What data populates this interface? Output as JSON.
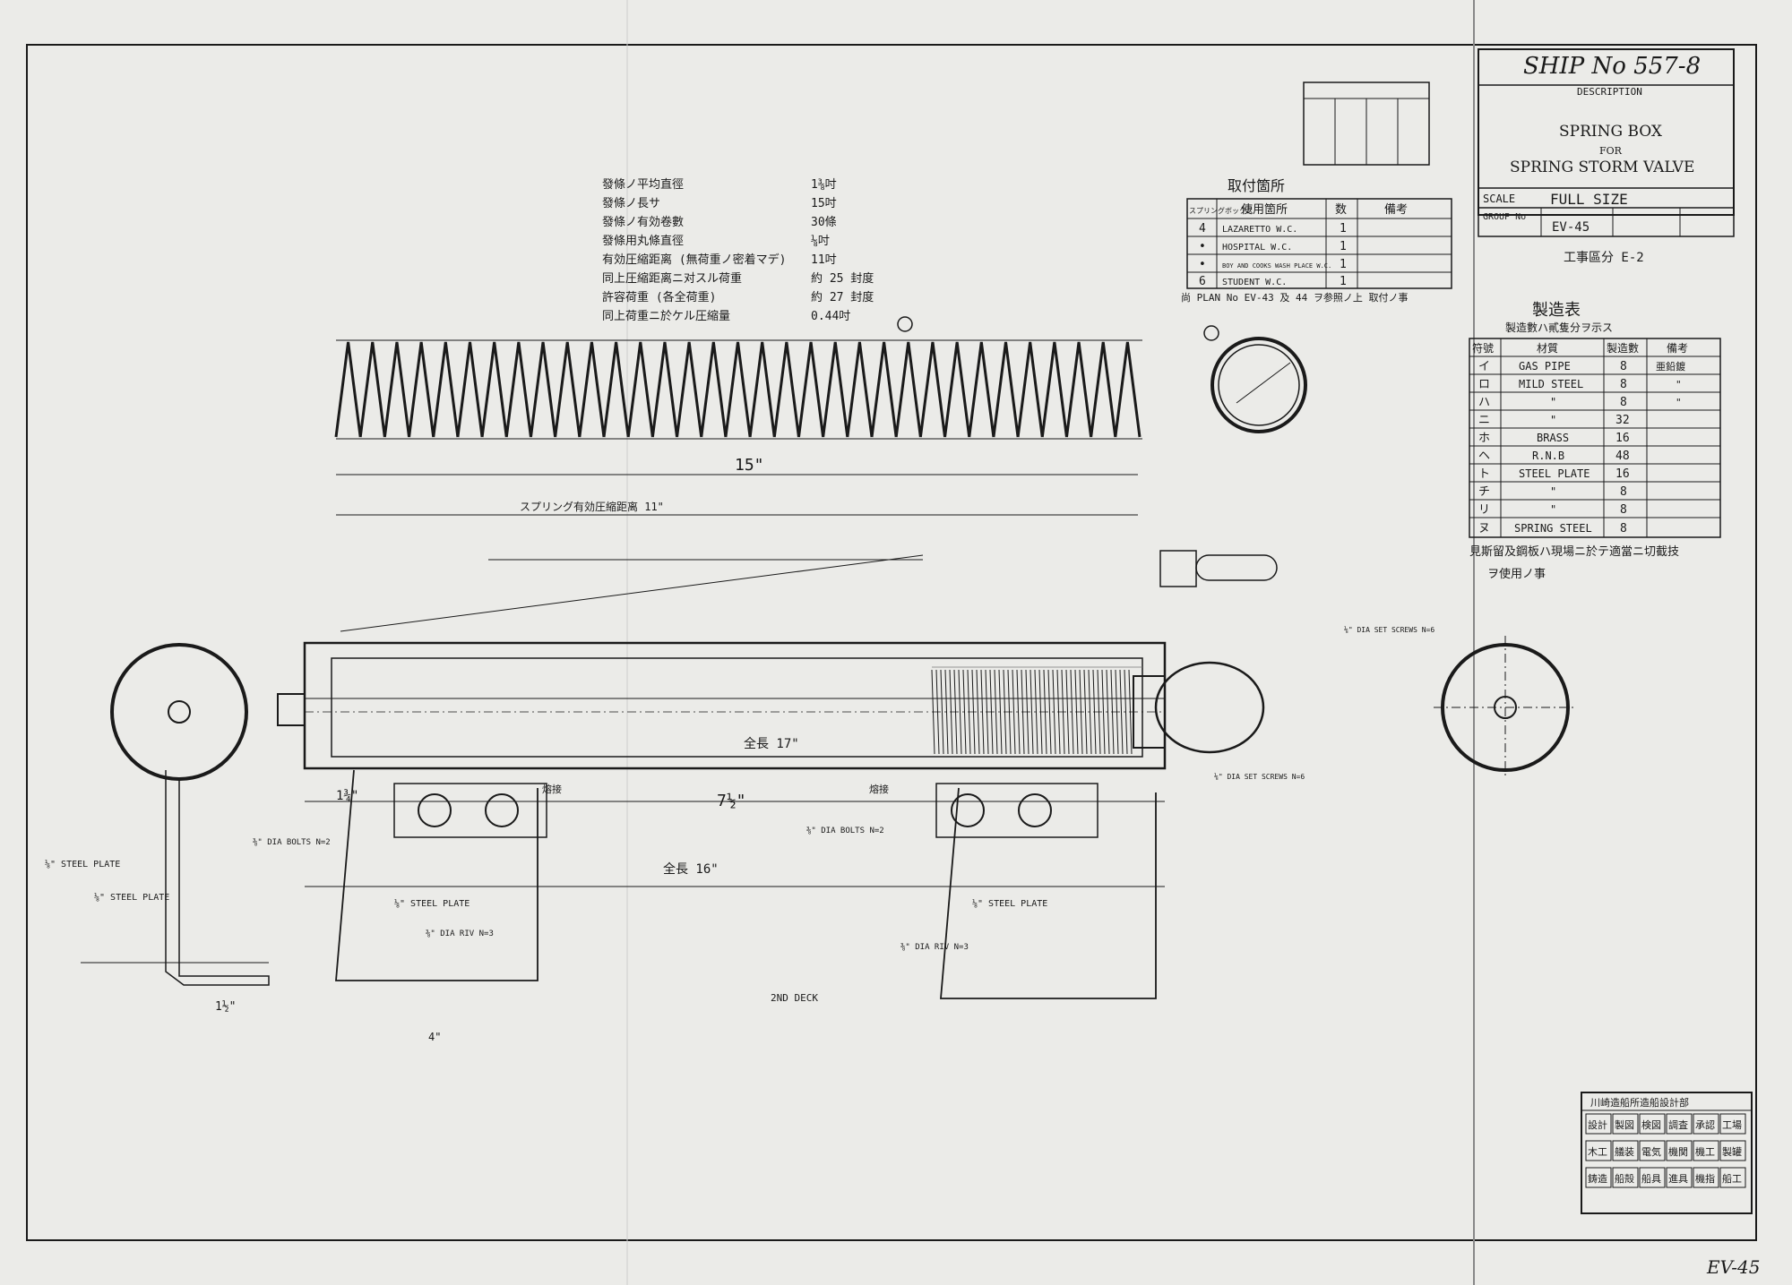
{
  "title_block": {
    "ship_no": "SHIP No 557-8",
    "description": "DESCRIPTION",
    "title_line1": "SPRING BOX",
    "title_line2": "FOR",
    "title_line3": "SPRING STORM VALVE",
    "scale": "SCALE",
    "scale_value": "FULL SIZE",
    "group": "GROUP No",
    "drawing_no": "EV-45",
    "dept": "工事區分 E-2"
  },
  "spring_specs": [
    {
      "label": "發條ノ平均直徑",
      "value": "1⅜吋"
    },
    {
      "label": "發條ノ長サ",
      "value": "15吋"
    },
    {
      "label": "發條ノ有効卷數",
      "value": "30條"
    },
    {
      "label": "發條用丸條直徑",
      "value": "⅛吋"
    },
    {
      "label": "有効圧縮距离 (無荷重ノ密着マデ)",
      "value": "11吋"
    },
    {
      "label": "同上圧縮距离ニ对スル荷重",
      "value": "約 25 封度"
    },
    {
      "label": "許容荷重 (各全荷重)",
      "value": "約 27 封度"
    },
    {
      "label": "同上荷重ニ於ケル圧縮量",
      "value": "0.44吋"
    }
  ],
  "locations": {
    "title": "取付箇所",
    "headers": [
      "スプリングボックス",
      "使用箇所",
      "数",
      "備考"
    ],
    "rows": [
      {
        "a": "4",
        "b": "LAZARETTO W.C.",
        "c": "1",
        "d": ""
      },
      {
        "a": "•",
        "b": "HOSPITAL W.C.",
        "c": "1",
        "d": ""
      },
      {
        "a": "•",
        "b": "BOY AND COOKS WASH PLACE W.C.",
        "c": "1",
        "d": ""
      },
      {
        "a": "6",
        "b": "STUDENT W.C.",
        "c": "1",
        "d": ""
      }
    ],
    "note": "尚 PLAN No EV-43 及 44 ヲ参照ノ上 取付ノ事"
  },
  "materials": {
    "title": "製造表",
    "subtitle": "製造數ハ貳隻分ヲ示ス",
    "headers": [
      "符號",
      "材質",
      "製造數",
      "備考"
    ],
    "rows": [
      {
        "mark": "イ",
        "material": "GAS PIPE",
        "qty": "8",
        "note": "亜鉛鍍"
      },
      {
        "mark": "ロ",
        "material": "MILD STEEL",
        "qty": "8",
        "note": "\""
      },
      {
        "mark": "ハ",
        "material": "\"",
        "qty": "8",
        "note": "\""
      },
      {
        "mark": "ニ",
        "material": "\"",
        "qty": "32",
        "note": ""
      },
      {
        "mark": "ホ",
        "material": "BRASS",
        "qty": "16",
        "note": ""
      },
      {
        "mark": "ヘ",
        "material": "R.N.B",
        "qty": "48",
        "note": ""
      },
      {
        "mark": "ト",
        "material": "STEEL PLATE",
        "qty": "16",
        "note": ""
      },
      {
        "mark": "チ",
        "material": "\"",
        "qty": "8",
        "note": ""
      },
      {
        "mark": "リ",
        "material": "\"",
        "qty": "8",
        "note": ""
      },
      {
        "mark": "ヌ",
        "material": "SPRING STEEL",
        "qty": "8",
        "note": ""
      }
    ],
    "note1": "見斯留及鋼板ハ現場ニ於テ適當ニ切截技",
    "note2": "ヲ使用ノ事"
  },
  "dims": {
    "spring_length": "15\"",
    "effective": "スプリング有効圧縮距离 11\"",
    "overall_17": "全長 17\"",
    "overall_16": "全長 16\"",
    "half_seven": "7½\"",
    "three_quarter": "1¾\"",
    "four": "4\"",
    "one_half": "1½\""
  },
  "labels": {
    "steel_plate_1": "⅛\" STEEL PLATE",
    "steel_plate_2": "⅛\" STEEL PLATE",
    "steel_plate_3": "⅛\" STEEL PLATE",
    "steel_plate_4": "⅛\" STEEL PLATE",
    "bolts_1": "⅜\" DIA BOLTS N=2",
    "bolts_2": "⅜\" DIA BOLTS N=2",
    "riv_1": "⅜\" DIA RIV N=3",
    "riv_2": "⅜\" DIA RIV N=3",
    "deck": "2ND DECK",
    "set_screws_1": "⅛\" DIA SET SCREWS N=6",
    "set_screws_2": "⅛\" DIA SET SCREWS N=6",
    "weld_1": "熔接",
    "weld_2": "熔接"
  },
  "stamp": {
    "title": "川崎造船所造船設計部",
    "cells": [
      "設計",
      "製図",
      "検図",
      "調査",
      "承認",
      "工場",
      "木工",
      "艤装",
      "電気",
      "機関",
      "機工",
      "製罐",
      "鋳造",
      "船殻",
      "船具",
      "進具",
      "機指",
      "船工"
    ]
  },
  "corner_code": "EV-45"
}
